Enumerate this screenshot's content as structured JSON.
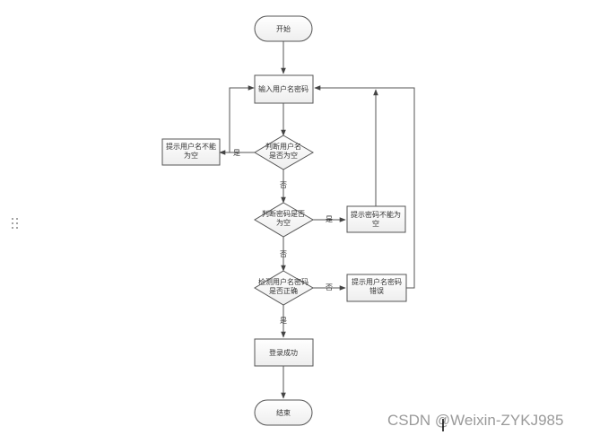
{
  "flowchart": {
    "start": "开始",
    "input": "输入用户名密码",
    "check_username_empty": "判断用户名是否为空",
    "username_empty_msg": "提示用户名不能为空",
    "check_password_empty": "判断密码是否为空",
    "password_empty_msg": "提示密码不能为空",
    "verify_credentials": "检测用户名密码是否正确",
    "credentials_error_msg": "提示用户名密码错误",
    "login_success": "登录成功",
    "end": "结束",
    "edge_yes": "是",
    "edge_no": "否"
  },
  "watermark": "CSDN @Weixin-ZYKJ985",
  "icons": {
    "drag_handle": "drag-handle-icon"
  }
}
